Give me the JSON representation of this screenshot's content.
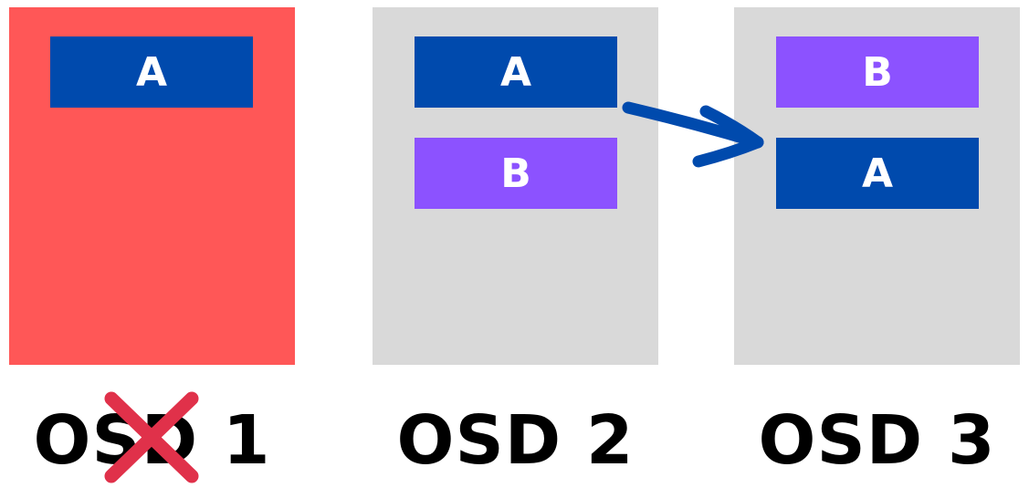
{
  "colors": {
    "failed": "#FF5757",
    "normal": "#D9D9D9",
    "block_a": "#004AAD",
    "block_b": "#8C52FF",
    "cross": "#E0314A",
    "arrow": "#004AAD"
  },
  "osds": [
    {
      "label": "OSD 1",
      "status": "failed",
      "blocks": [
        "A"
      ]
    },
    {
      "label": "OSD 2",
      "status": "normal",
      "blocks": [
        "A",
        "B"
      ]
    },
    {
      "label": "OSD 3",
      "status": "normal",
      "blocks": [
        "B",
        "A"
      ]
    }
  ]
}
